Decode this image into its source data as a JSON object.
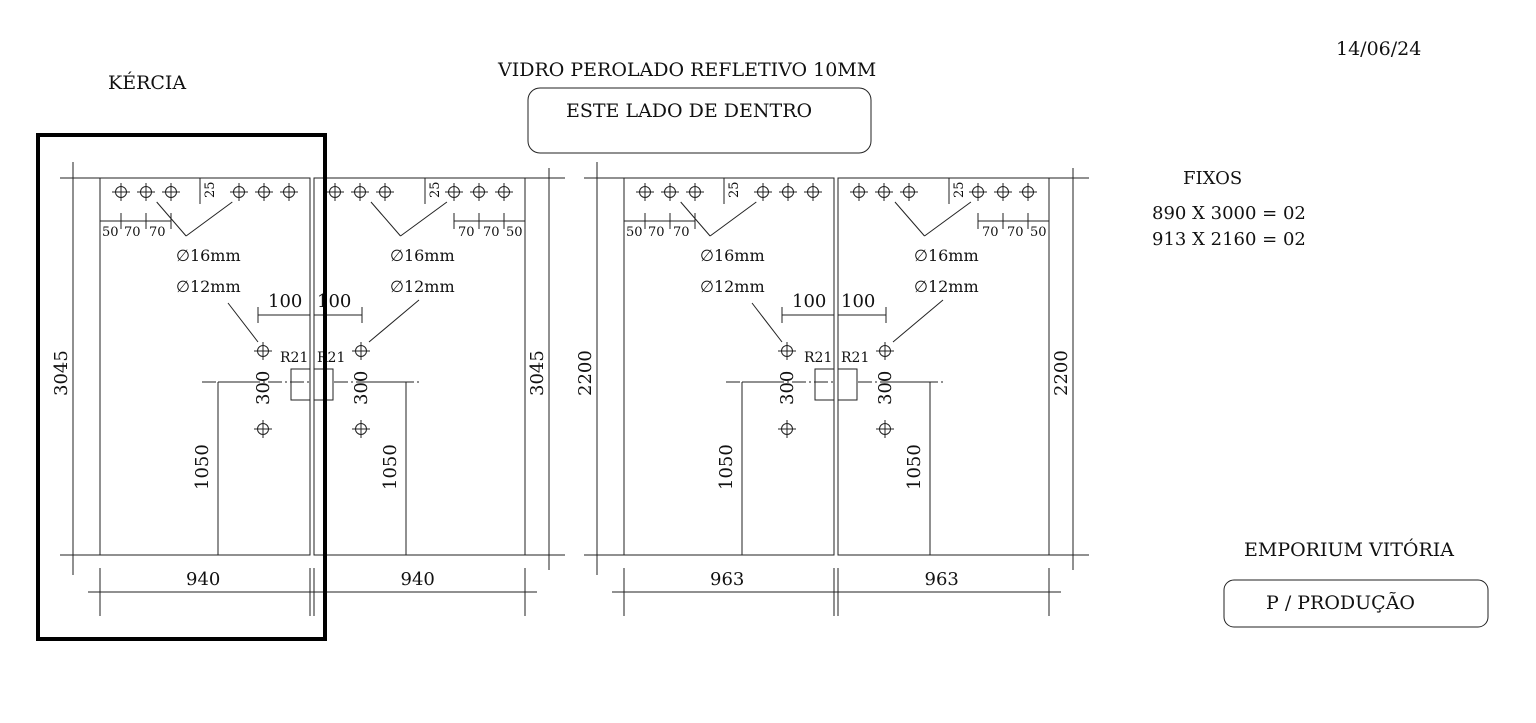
{
  "header": {
    "date": "14/06/24",
    "client": "KÉRCIA",
    "material": "VIDRO PEROLADO REFLETIVO 10MM",
    "side_note": "ESTE LADO DE DENTRO"
  },
  "summary": {
    "fixos_title": "FIXOS",
    "lines": [
      "890 X 3000 = 02",
      "913 X 2160 = 02"
    ]
  },
  "footer": {
    "company": "EMPORIUM VITÓRIA",
    "stamp": "P / PRODUÇÃO"
  },
  "labels": {
    "d16": "∅16mm",
    "d12": "∅12mm",
    "d100": "100",
    "r21": "R21",
    "d300": "300",
    "d1050": "1050",
    "d25": "25",
    "d50": "50",
    "d70": "70"
  },
  "panels": [
    {
      "width": "940",
      "height": "3045"
    },
    {
      "width": "940",
      "height": "3045"
    },
    {
      "width": "963",
      "height": "2200"
    },
    {
      "width": "963",
      "height": "2200"
    }
  ],
  "colors": {
    "line": "#222222",
    "highlight": "#000000"
  }
}
